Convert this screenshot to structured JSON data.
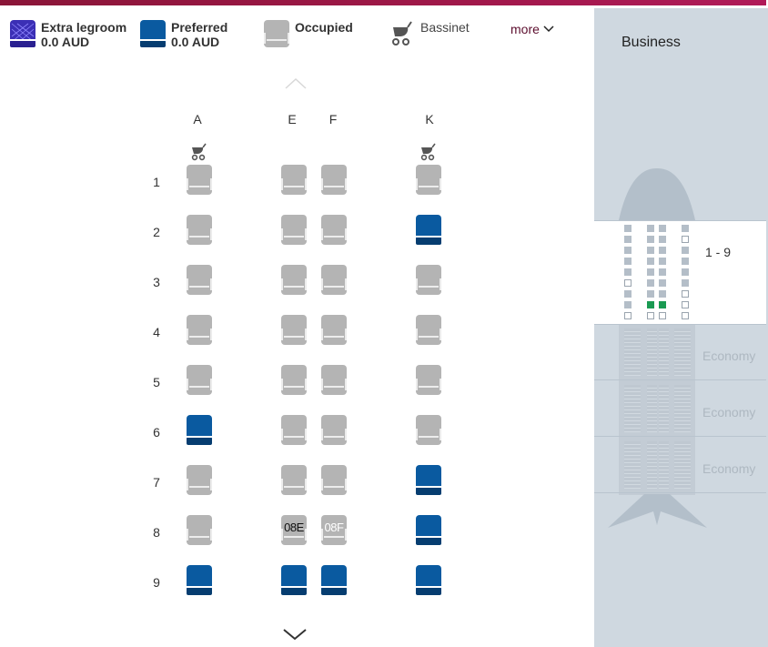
{
  "legend": {
    "extra_legroom": {
      "label": "Extra legroom",
      "price": "0.0 AUD"
    },
    "preferred": {
      "label": "Preferred",
      "price": "0.0 AUD"
    },
    "occupied": {
      "label": "Occupied"
    },
    "bassinet": {
      "label": "Bassinet"
    },
    "more_label": "more"
  },
  "colors": {
    "preferred": "#0a5aa0",
    "occupied": "#b4b4b4",
    "extra_legroom": "#3b2fb5",
    "brand": "#8a1538",
    "mini_selected": "#1a9a52"
  },
  "seat_map": {
    "columns": [
      "A",
      "E",
      "F",
      "K"
    ],
    "bassinet_columns": [
      "A",
      "K"
    ],
    "rows": [
      {
        "number": "1",
        "seats": {
          "A": "occupied",
          "E": "occupied",
          "F": "occupied",
          "K": "occupied"
        }
      },
      {
        "number": "2",
        "seats": {
          "A": "occupied",
          "E": "occupied",
          "F": "occupied",
          "K": "preferred"
        }
      },
      {
        "number": "3",
        "seats": {
          "A": "occupied",
          "E": "occupied",
          "F": "occupied",
          "K": "occupied"
        }
      },
      {
        "number": "4",
        "seats": {
          "A": "occupied",
          "E": "occupied",
          "F": "occupied",
          "K": "occupied"
        }
      },
      {
        "number": "5",
        "seats": {
          "A": "occupied",
          "E": "occupied",
          "F": "occupied",
          "K": "occupied"
        }
      },
      {
        "number": "6",
        "seats": {
          "A": "preferred",
          "E": "occupied",
          "F": "occupied",
          "K": "occupied"
        }
      },
      {
        "number": "7",
        "seats": {
          "A": "occupied",
          "E": "occupied",
          "F": "occupied",
          "K": "preferred"
        }
      },
      {
        "number": "8",
        "seats": {
          "A": "occupied",
          "E": "occupied",
          "F": "occupied",
          "K": "preferred"
        },
        "labels": {
          "E": "08E",
          "F": "08F"
        }
      },
      {
        "number": "9",
        "seats": {
          "A": "preferred",
          "E": "preferred",
          "F": "preferred",
          "K": "preferred"
        }
      }
    ]
  },
  "cabin_panel": {
    "title": "Business",
    "current_range": "1 - 9",
    "sections": [
      "Economy",
      "Economy",
      "Economy"
    ]
  },
  "icons": {
    "scroll_up": "chevron-up-icon",
    "scroll_down": "chevron-down-icon",
    "bassinet": "stroller-icon",
    "more": "chevron-down-icon"
  }
}
